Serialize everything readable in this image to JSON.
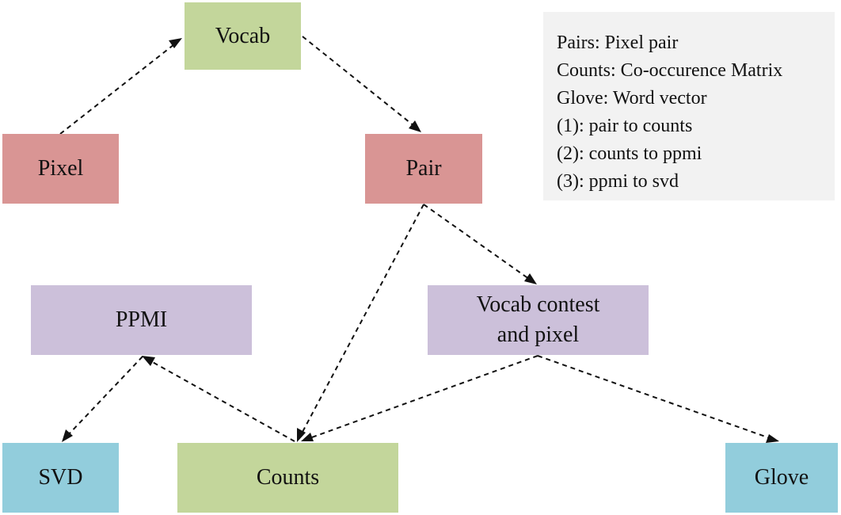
{
  "nodes": {
    "vocab": "Vocab",
    "pixel": "Pixel",
    "pair": "Pair",
    "ppmi": "PPMI",
    "vocab_contest_pixel": [
      "Vocab contest",
      "and pixel"
    ],
    "svd": "SVD",
    "counts": "Counts",
    "glove": "Glove"
  },
  "legend": [
    "Pairs: Pixel pair",
    "Counts: Co-occurence Matrix",
    "Glove: Word vector",
    "(1): pair to counts",
    "(2): counts to ppmi",
    "(3): ppmi to svd"
  ],
  "colors": {
    "red": "#d99594",
    "green": "#c3d69b",
    "purple": "#ccc0da",
    "blue": "#92cddc",
    "legend_bg": "#f2f2f2"
  },
  "edges": [
    {
      "from": "pixel",
      "to": "vocab",
      "style": "dashed"
    },
    {
      "from": "vocab",
      "to": "pair",
      "style": "dashed"
    },
    {
      "from": "pair",
      "to": "counts",
      "style": "dashed"
    },
    {
      "from": "pair",
      "to": "vocab_contest_pixel",
      "style": "dashed"
    },
    {
      "from": "vocab_contest_pixel",
      "to": "counts",
      "style": "dashed"
    },
    {
      "from": "vocab_contest_pixel",
      "to": "glove",
      "style": "dashed"
    },
    {
      "from": "counts",
      "to": "ppmi",
      "style": "dashed"
    },
    {
      "from": "ppmi",
      "to": "svd",
      "style": "dashed"
    }
  ]
}
